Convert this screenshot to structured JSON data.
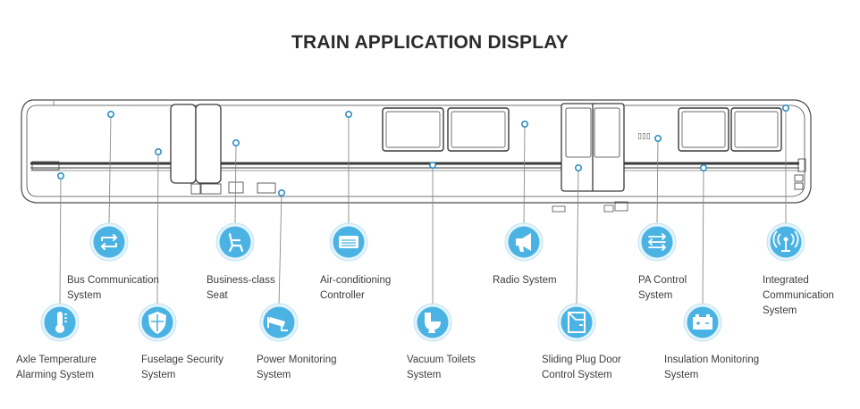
{
  "title": "TRAIN APPLICATION DISPLAY",
  "colors": {
    "accent": "#4ab3e3",
    "accent_dark": "#2f8fc0",
    "line": "#8a8a8a",
    "text": "#3c3c3c"
  },
  "systems": [
    {
      "id": "bus",
      "icon": "bus-communication-arrows-icon",
      "line1": "Bus Communication",
      "line2": "System"
    },
    {
      "id": "seat",
      "icon": "seat-icon",
      "line1": "Business-class",
      "line2": "Seat"
    },
    {
      "id": "ac",
      "icon": "air-conditioner-icon",
      "line1": "Air-conditioning",
      "line2": "Controller"
    },
    {
      "id": "radio",
      "icon": "megaphone-icon",
      "line1": "Radio System",
      "line2": ""
    },
    {
      "id": "pa",
      "icon": "pa-control-arrows-icon",
      "line1": "PA Control",
      "line2": "System"
    },
    {
      "id": "integrated",
      "icon": "antenna-signal-icon",
      "line1": "Integrated",
      "line2": "Communication",
      "line3": "System"
    },
    {
      "id": "axle",
      "icon": "thermometer-icon",
      "line1": "Axle Temperature",
      "line2": "Alarming System"
    },
    {
      "id": "security",
      "icon": "shield-icon",
      "line1": "Fuselage Security",
      "line2": "System"
    },
    {
      "id": "power",
      "icon": "security-camera-icon",
      "line1": "Power Monitoring",
      "line2": "System"
    },
    {
      "id": "toilet",
      "icon": "toilet-icon",
      "line1": "Vacuum Toilets",
      "line2": "System"
    },
    {
      "id": "door",
      "icon": "sliding-door-icon",
      "line1": "Sliding Plug Door",
      "line2": "Control System"
    },
    {
      "id": "insulation",
      "icon": "battery-icon",
      "line1": "Insulation Monitoring",
      "line2": "System"
    }
  ]
}
